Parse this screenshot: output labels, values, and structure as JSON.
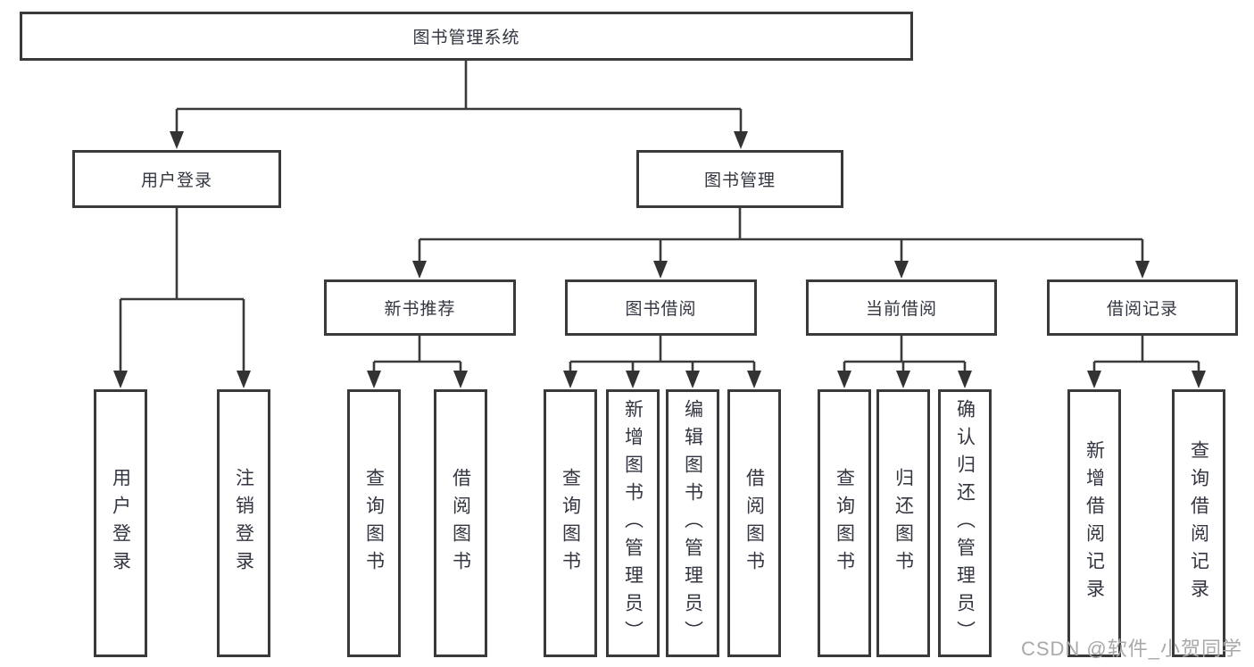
{
  "tree": {
    "label": "图书管理系统",
    "children": [
      {
        "label": "用户登录",
        "children": [
          {
            "label": "用户登录"
          },
          {
            "label": "注销登录"
          }
        ]
      },
      {
        "label": "图书管理",
        "children": [
          {
            "label": "新书推荐",
            "children": [
              {
                "label": "查询图书"
              },
              {
                "label": "借阅图书"
              }
            ]
          },
          {
            "label": "图书借阅",
            "children": [
              {
                "label": "查询图书"
              },
              {
                "label": "新增图书（管理员）"
              },
              {
                "label": "编辑图书（管理员）"
              },
              {
                "label": "借阅图书"
              }
            ]
          },
          {
            "label": "当前借阅",
            "children": [
              {
                "label": "查询图书"
              },
              {
                "label": "归还图书"
              },
              {
                "label": "确认归还（管理员）"
              }
            ]
          },
          {
            "label": "借阅记录",
            "children": [
              {
                "label": "新增借阅记录"
              },
              {
                "label": "查询借阅记录"
              }
            ]
          }
        ]
      }
    ]
  },
  "watermark": "CSDN @软件_小贺同学",
  "colors": {
    "line": "#3a3a3a",
    "text": "#333640",
    "watermark": "#a9a9a9",
    "background": "#ffffff"
  }
}
